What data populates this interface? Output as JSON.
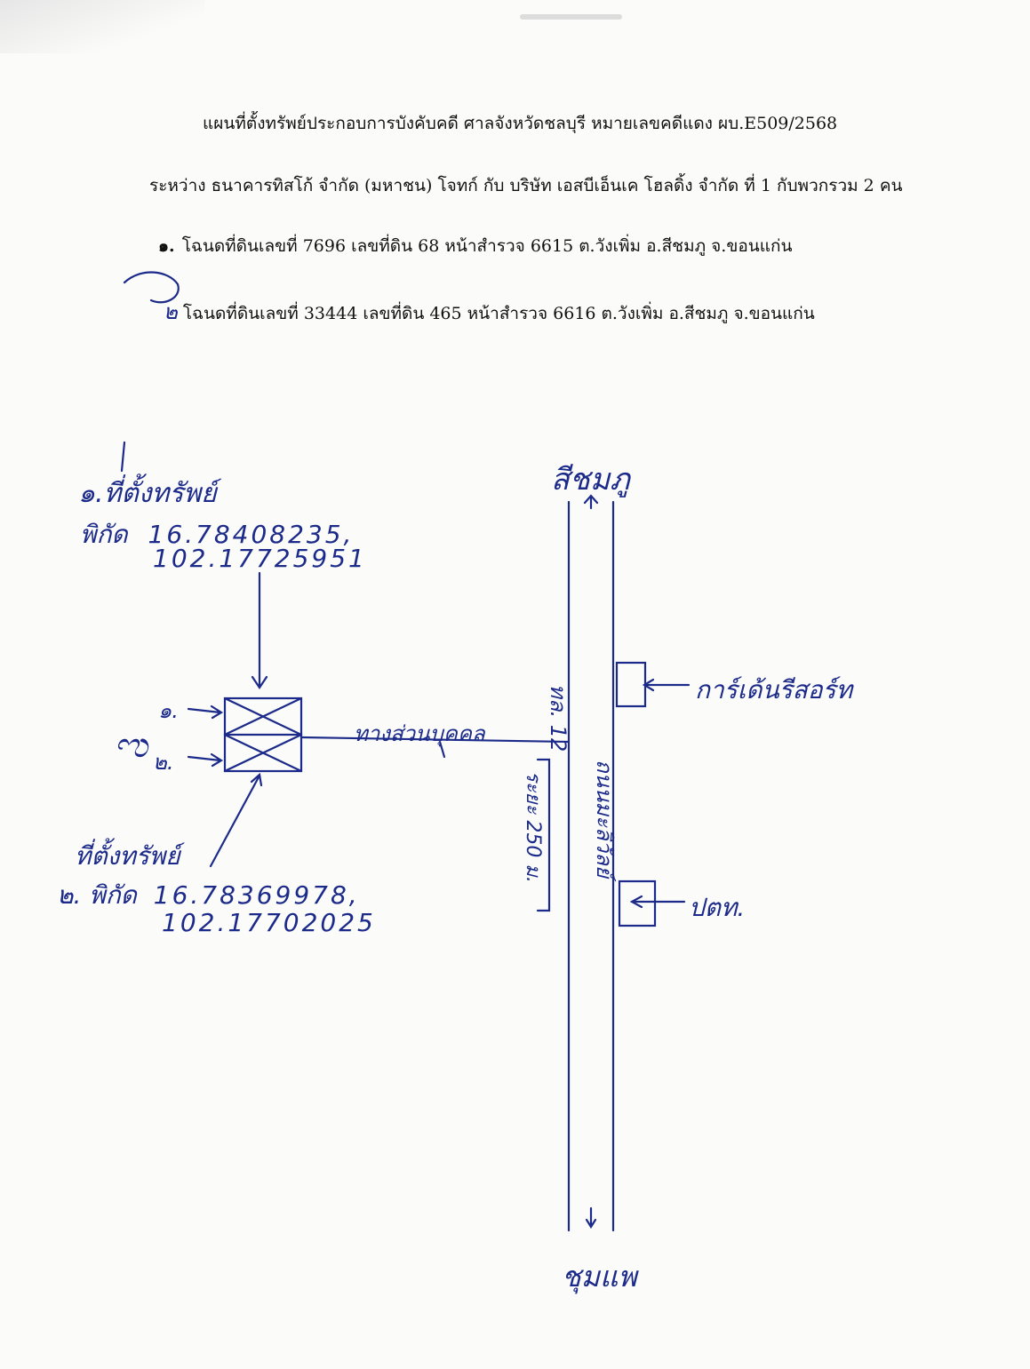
{
  "header": {
    "title": "แผนที่ตั้งทรัพย์ประกอบการบังคับคดี ศาลจังหวัดชลบุรี หมายเลขคดีแดง ผบ.E509/2568",
    "parties": "ระหว่าง ธนาคารทิสโก้ จำกัด (มหาชน) โจทก์ กับ บริษัท เอสบีเอ็นเค โฮลดิ้ง จำกัด ที่ 1 กับพวกรวม 2 คน",
    "deeds": [
      {
        "marker": "๑.",
        "text": "โฉนดที่ดินเลขที่ 7696 เลขที่ดิน 68  หน้าสำรวจ  6615   ต.วังเพิ่ม   อ.สีชมภู  จ.ขอนแก่น"
      },
      {
        "marker": "๒",
        "text": "โฉนดที่ดินเลขที่ 33444 เลขที่ดิน 465  หน้าสำรวจ  6616   ต.วังเพิ่ม   อ.สีชมภู  จ.ขอนแก่น"
      }
    ]
  },
  "sketch": {
    "north_label": "สีชมภู",
    "south_label": "ชุมแพ",
    "plot1_label": "๑.ที่ตั้งทรัพย์",
    "plot1_coord_prefix": "พิกัด",
    "plot1_lat": "16.78408235,",
    "plot1_lon": "102.17725951",
    "plot2_label": "ที่ตั้งทรัพย์",
    "plot2_coord_prefix": "๒. พิกัด",
    "plot2_lat": "16.78369978,",
    "plot2_lon": "102.17702025",
    "marker1": "๑.",
    "marker2": "๒.",
    "private_road": "ทางส่วนบุคคล",
    "highway": "ทล. 12",
    "highway_name": "ถนนมะลิวัลย์",
    "distance": "ระยะ 250 ม.",
    "landmark1": "การ์เด้นรีสอร์ท",
    "landmark2": "ปตท."
  }
}
